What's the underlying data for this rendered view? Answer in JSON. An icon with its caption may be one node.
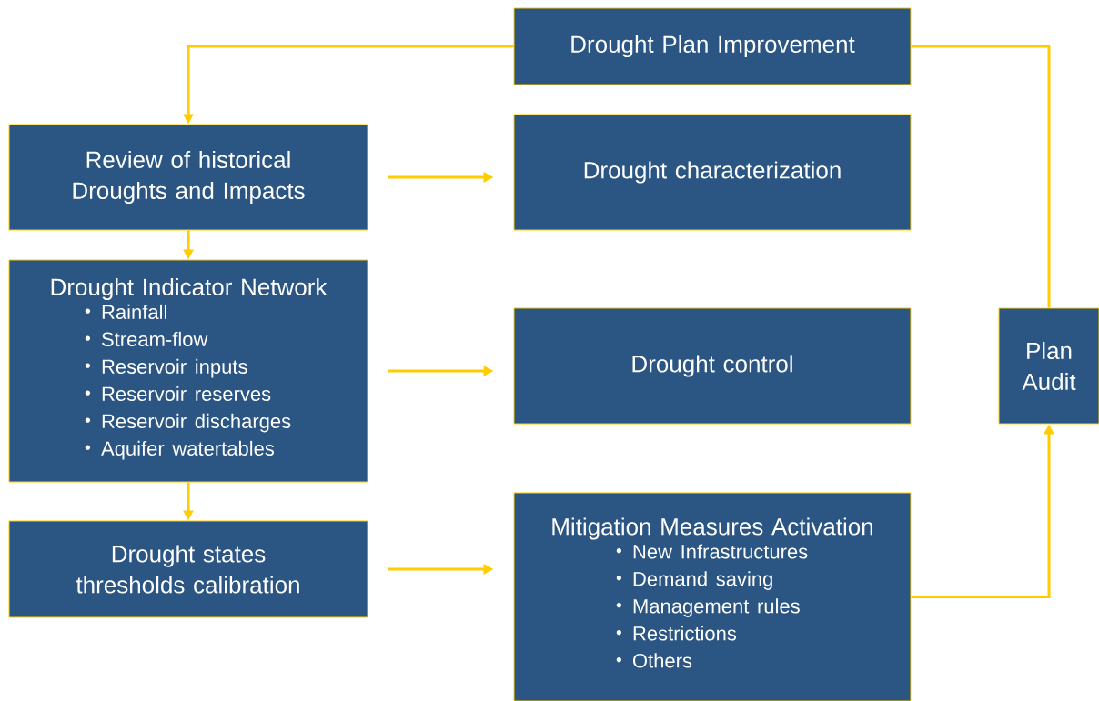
{
  "diagram": {
    "nodes": [
      {
        "text": [
          "Drought Plan Improvement"
        ]
      },
      {
        "text": [
          "Review of historical Droughts and Impacts"
        ]
      },
      {
        "text": [
          "Drought characterization"
        ]
      },
      {
        "text": [
          "Drought Indicator Network",
          "Rainfall",
          "Stream-flow",
          "Reservoir inputs",
          "Reservoir reserves",
          "Reservoir discharges",
          "Aquifer watertables"
        ]
      },
      {
        "text": [
          "Drought control"
        ]
      },
      {
        "text": [
          "Plan Audit"
        ]
      },
      {
        "text": [
          "Drought states thresholds calibration"
        ]
      },
      {
        "text": [
          "Mitigation Measures Activation",
          "New Infrastructures",
          "Demand saving",
          "Management rules",
          "Restrictions",
          "Others"
        ]
      }
    ],
    "edges": [
      {
        "from": 0,
        "to": 1,
        "arrow": "to"
      },
      {
        "from": 1,
        "to": 2,
        "arrow": "to"
      },
      {
        "from": 1,
        "to": 3,
        "arrow": "to"
      },
      {
        "from": 3,
        "to": 4,
        "arrow": "to"
      },
      {
        "from": 3,
        "to": 6,
        "arrow": "to"
      },
      {
        "from": 6,
        "to": 7,
        "arrow": "to"
      },
      {
        "from": 7,
        "to": 5,
        "arrow": "to"
      },
      {
        "from": 5,
        "to": 0,
        "arrow": "none"
      }
    ]
  }
}
